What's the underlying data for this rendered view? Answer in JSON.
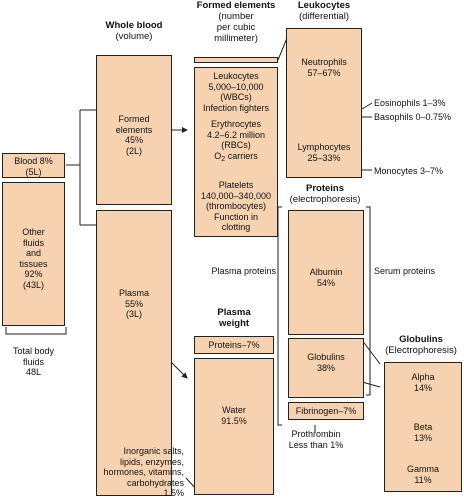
{
  "headers": {
    "whole_blood": {
      "title": "Whole blood",
      "sub": "(volume)"
    },
    "formed": {
      "title": "Formed elements",
      "sub1": "(number",
      "sub2": "per cubic",
      "sub3": "millimeter)"
    },
    "leukocytes": {
      "title": "Leukocytes",
      "sub": "(differential)"
    },
    "proteins": {
      "title": "Proteins",
      "sub": "(electrophoresis)"
    },
    "plasma_weight": {
      "title1": "Plasma",
      "title2": "weight"
    },
    "globulins": {
      "title": "Globulins",
      "sub": "(Electrophoresis)"
    }
  },
  "body_fluids": {
    "blood": {
      "line1": "Blood 8%",
      "line2": "(5L)"
    },
    "other": {
      "line1": "Other",
      "line2": "fluids",
      "line3": "and",
      "line4": "tissues",
      "line5": "92%",
      "line6": "(43L)"
    },
    "total": {
      "line1": "Total body",
      "line2": "fluids",
      "line3": "48L"
    }
  },
  "whole_blood": {
    "formed": {
      "line1": "Formed",
      "line2": "elements",
      "line3": "45%",
      "line4": "(2L)"
    },
    "plasma": {
      "line1": "Plasma",
      "line2": "55%",
      "line3": "(3L)"
    }
  },
  "formed_elements": {
    "leukocytes": {
      "l1": "Leukocytes",
      "l2": "5,000–10,000",
      "l3": "(WBCs)",
      "l4": "Infection fighters"
    },
    "erythrocytes": {
      "l1": "Erythrocytes",
      "l2": "4.2–6.2 million",
      "l3": "(RBCs)",
      "l4a": "O",
      "l4sub": "2",
      "l4b": " carriers"
    },
    "platelets": {
      "l1": "Platelets",
      "l2": "140,000–340,000",
      "l3": "(thrombocytes)",
      "l4": "Function in",
      "l5": "clotting"
    }
  },
  "leukocyte_diff": {
    "neutrophils": {
      "name": "Neutrophils",
      "value": "57–67%"
    },
    "eosinophils": "Eosinophils 1–3%",
    "basophils": "Basophils 0–0.75%",
    "lymphocytes": {
      "name": "Lymphocytes",
      "value": "25–33%"
    },
    "monocytes": "Monocytes 3–7%"
  },
  "proteins": {
    "plasma_proteins": "Plasma proteins",
    "serum_proteins": "Serum proteins",
    "albumin": {
      "name": "Albumin",
      "value": "54%"
    },
    "globulins": {
      "name": "Globulins",
      "value": "38%"
    },
    "fibrinogen": "Fibrinogen–7%",
    "prothrombin": {
      "l1": "Prothrombin",
      "l2": "Less than 1%"
    }
  },
  "plasma_weight": {
    "proteins": "Proteins–7%",
    "water": {
      "name": "Water",
      "value": "91.5%"
    },
    "inorganic": {
      "l1": "Inorganic salts,",
      "l2": "lipids, enzymes,",
      "l3": "hormones, vitamins,",
      "l4": "carbohydrates",
      "l5": "1.5%"
    }
  },
  "globulin_types": {
    "alpha": {
      "name": "Alpha",
      "value": "14%"
    },
    "beta": {
      "name": "Beta",
      "value": "13%"
    },
    "gamma": {
      "name": "Gamma",
      "value": "11%"
    }
  },
  "colors": {
    "box_fill": "#f7d2b0",
    "line": "#222222"
  }
}
